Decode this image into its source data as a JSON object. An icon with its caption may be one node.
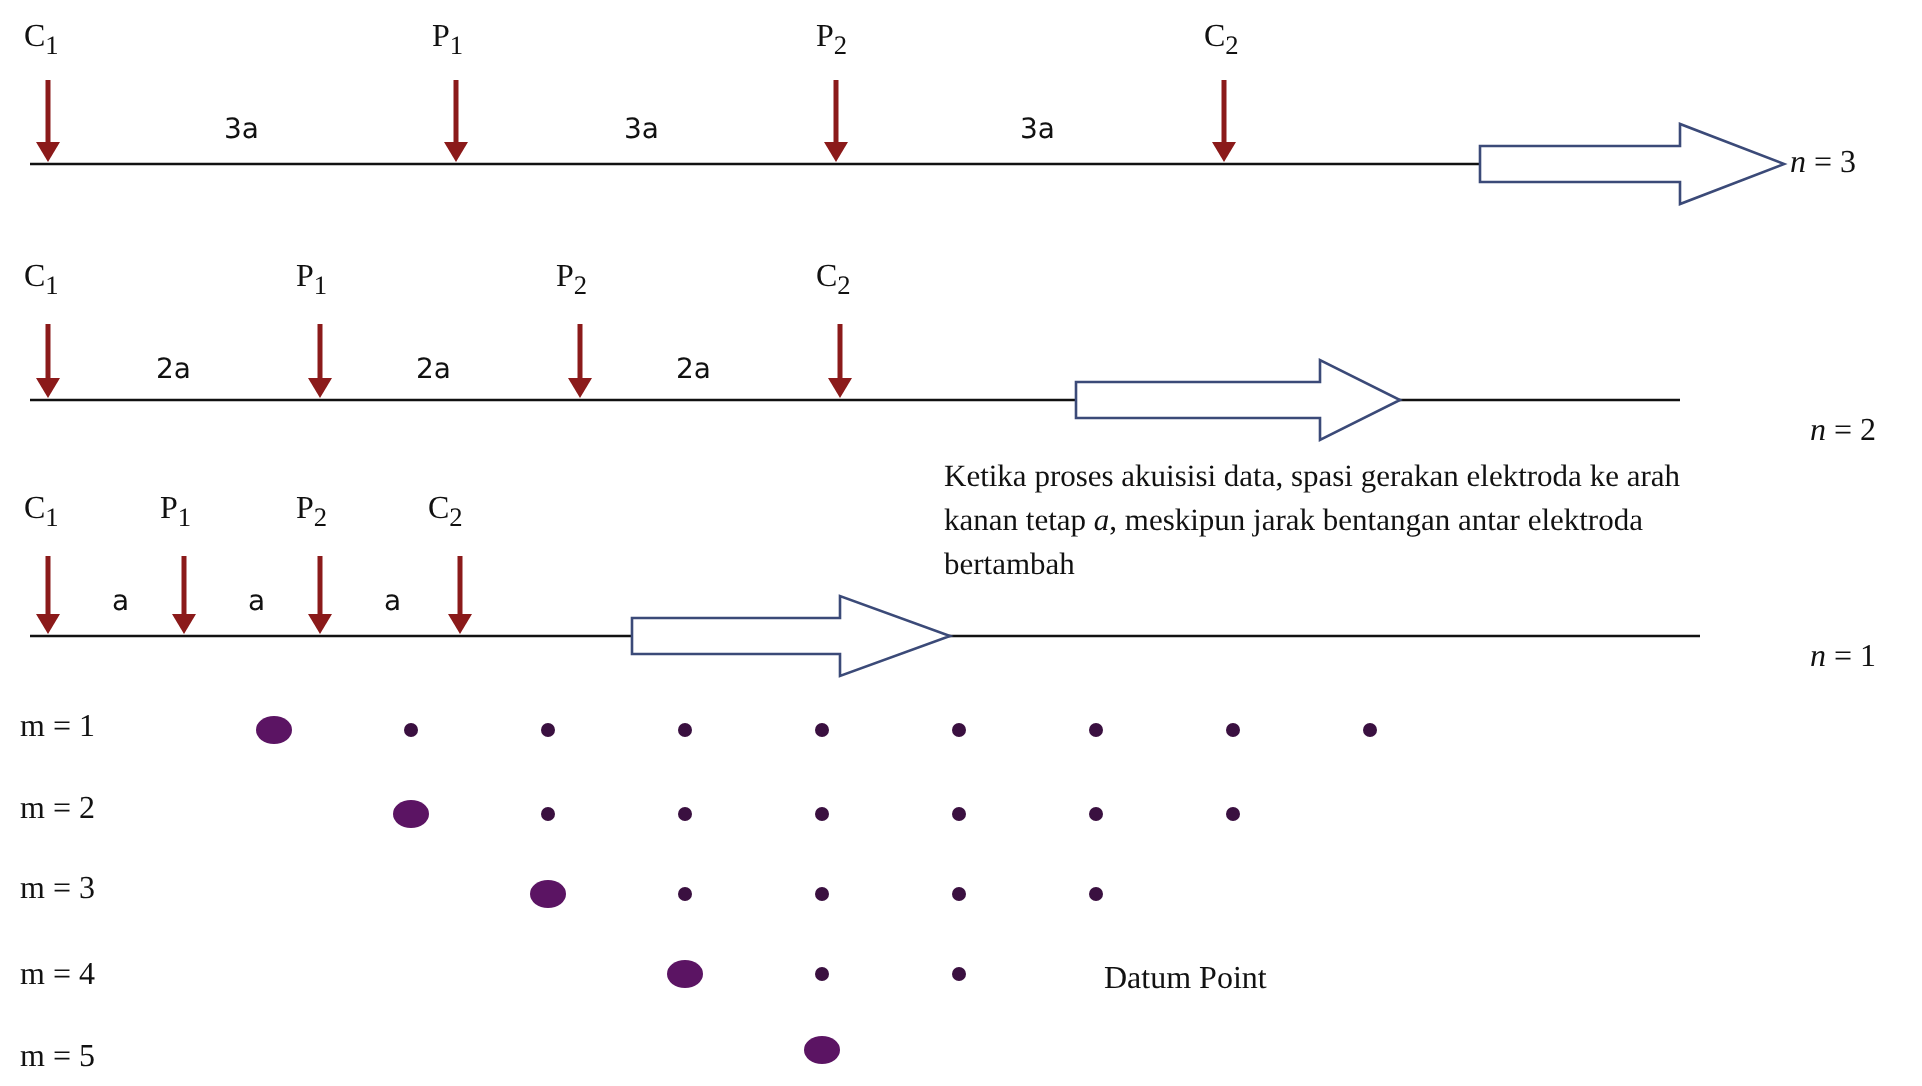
{
  "diagram": {
    "labels": [
      "C$_{1}$",
      "P$_{1}$",
      "P$_{2}$",
      "C$_{2}$",
      "3a",
      "3a",
      "3a",
      "*n* = 3",
      "C$_{1}$",
      "P$_{1}$",
      "P$_{2}$",
      "C$_{2}$",
      "2a",
      "2a",
      "2a",
      "*n* = 2",
      "Ketika proses akuisisi data, spasi gerakan elektroda ke arah kanan tetap *a*, meskipun jarak bentangan antar elektroda bertambah",
      "C$_{1}$",
      "P$_{1}$",
      "P$_{2}$",
      "C$_{2}$",
      "a",
      "a",
      "a",
      "*n* = 1",
      "m = 1",
      "m = 2",
      "m = 3",
      "m = 4",
      "m = 5",
      "Datum Point"
    ]
  }
}
